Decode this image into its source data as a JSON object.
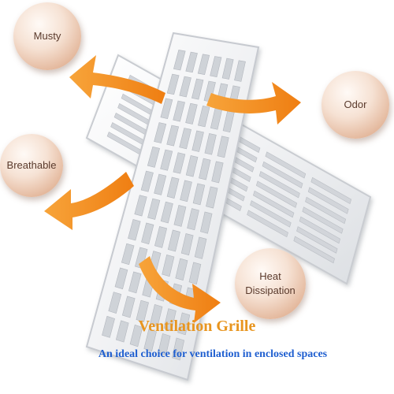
{
  "bubbles": {
    "musty": "Musty",
    "odor": "Odor",
    "breathable": "Breathable",
    "heat": "Heat\nDissipation"
  },
  "title": "Ventilation Grille",
  "subtitle": "An ideal choice for ventilation in enclosed spaces",
  "colors": {
    "arrow": "#f28a1a",
    "title": "#e8951f",
    "subtitle": "#1f5fd0",
    "bubble": "#e3b69a"
  }
}
